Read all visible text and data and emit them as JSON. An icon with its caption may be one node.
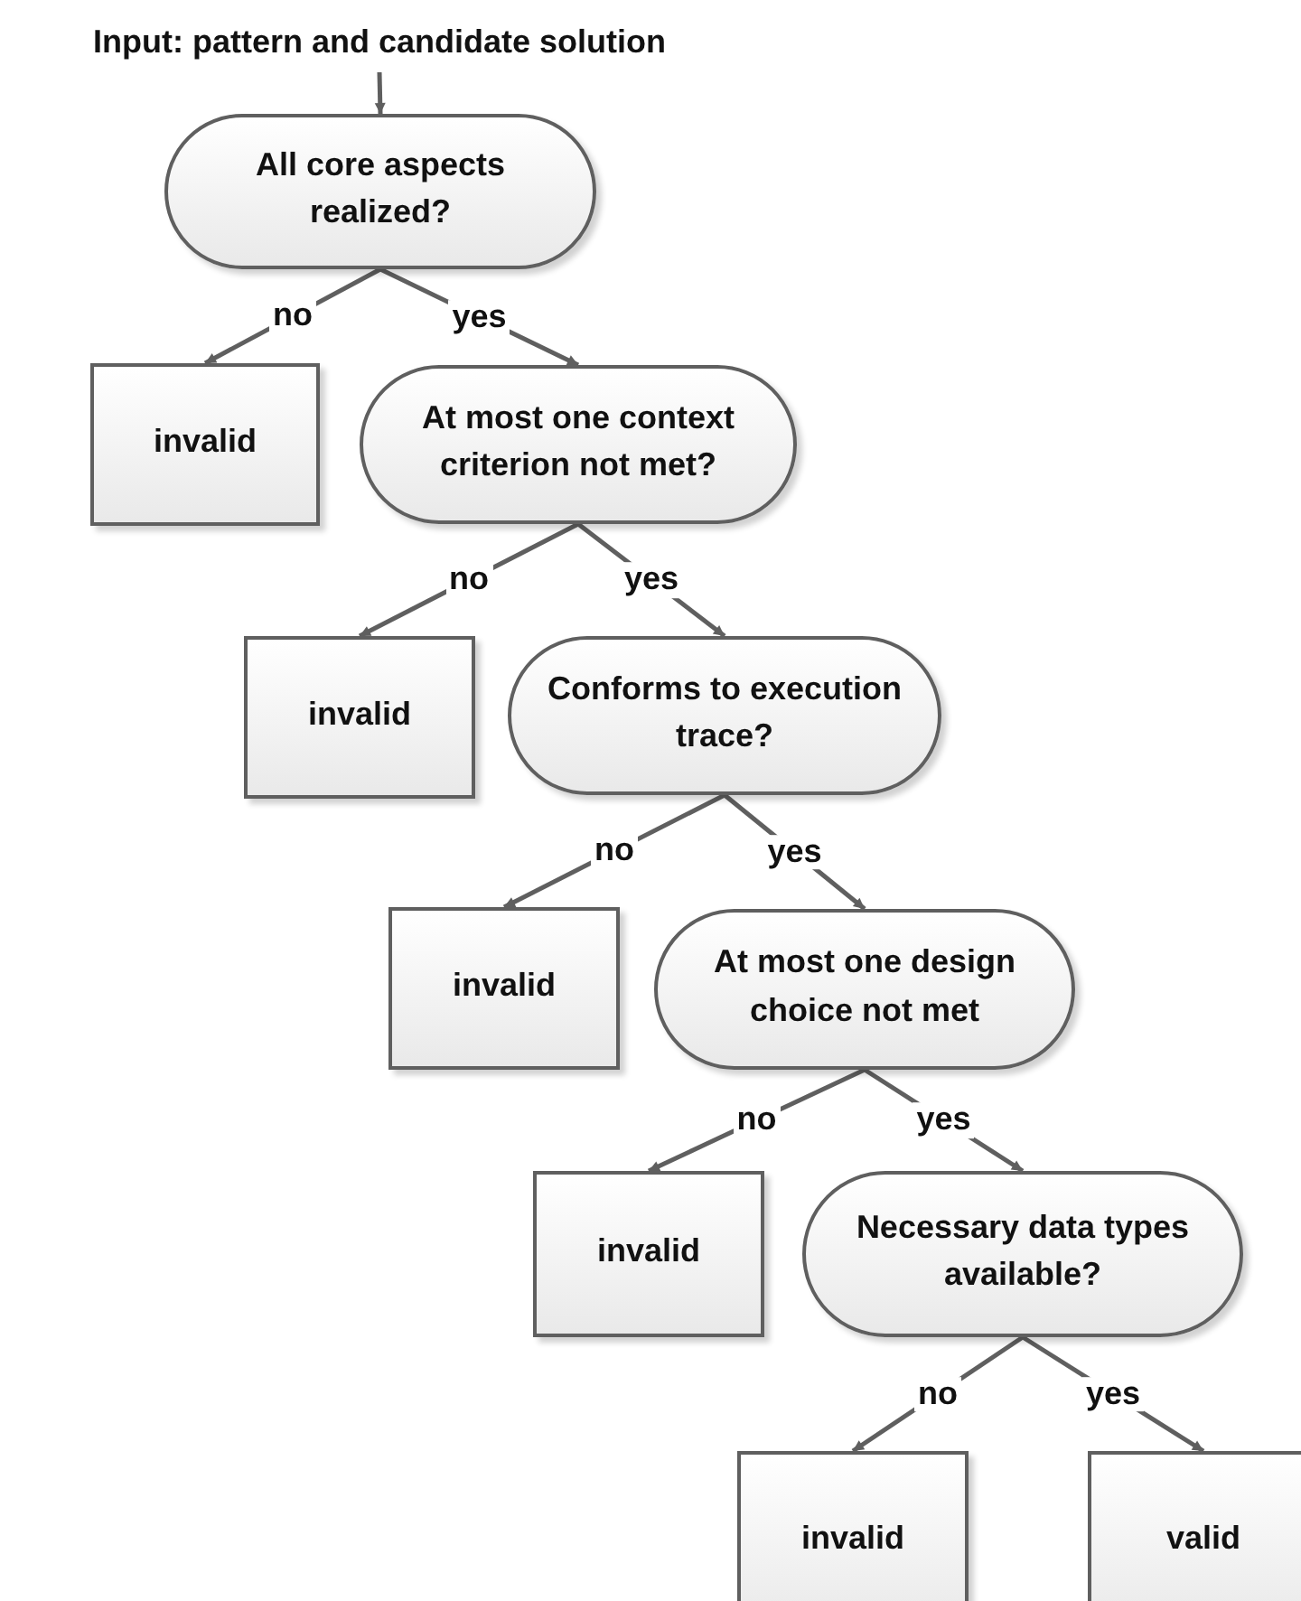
{
  "diagram": {
    "nodes": [
      {
        "text": [
          "Input: pattern and candidate solution"
        ]
      },
      {
        "text": [
          "All core aspects realized?"
        ]
      },
      {
        "text": [
          "invalid"
        ]
      },
      {
        "text": [
          "At most one context criterion not met?"
        ]
      },
      {
        "text": [
          "invalid"
        ]
      },
      {
        "text": [
          "Conforms to execution trace?"
        ]
      },
      {
        "text": [
          "invalid"
        ]
      },
      {
        "text": [
          "At most one design choice not met"
        ]
      },
      {
        "text": [
          "invalid"
        ]
      },
      {
        "text": [
          "Necessary data types available?"
        ]
      },
      {
        "text": [
          "invalid"
        ]
      },
      {
        "text": [
          "valid"
        ]
      }
    ],
    "edges": [
      {
        "from": 0,
        "to": 1,
        "arrow": "to"
      },
      {
        "from": 1,
        "to": 2,
        "arrow": "to",
        "label": "no"
      },
      {
        "from": 1,
        "to": 3,
        "arrow": "to",
        "label": "yes"
      },
      {
        "from": 3,
        "to": 4,
        "arrow": "to",
        "label": "no"
      },
      {
        "from": 3,
        "to": 5,
        "arrow": "to",
        "label": "yes"
      },
      {
        "from": 5,
        "to": 6,
        "arrow": "to",
        "label": "no"
      },
      {
        "from": 5,
        "to": 7,
        "arrow": "to",
        "label": "yes"
      },
      {
        "from": 7,
        "to": 8,
        "arrow": "to",
        "label": "no"
      },
      {
        "from": 7,
        "to": 9,
        "arrow": "to",
        "label": "yes"
      },
      {
        "from": 9,
        "to": 10,
        "arrow": "to",
        "label": "no"
      },
      {
        "from": 9,
        "to": 11,
        "arrow": "to",
        "label": "yes"
      }
    ]
  }
}
